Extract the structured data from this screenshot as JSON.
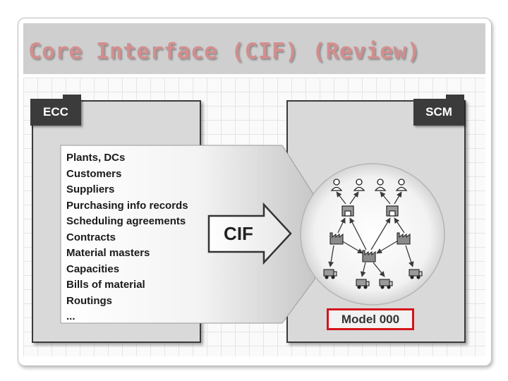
{
  "slide": {
    "title": "Core Interface (CIF) (Review)"
  },
  "diagram": {
    "ecc_label": "ECC",
    "scm_label": "SCM",
    "transferred_objects": [
      "Plants, DCs",
      "Customers",
      "Suppliers",
      "Purchasing info records",
      "Scheduling agreements",
      "Contracts",
      "Material masters",
      "Capacities",
      "Bills of material",
      "Routings",
      "..."
    ],
    "arrow_label": "CIF",
    "model_label": "Model 000",
    "network_icons": [
      "customer-icon",
      "distribution-center-icon",
      "plant-icon",
      "truck-icon"
    ]
  },
  "colors": {
    "title_text": "#d28e8e",
    "title_bar": "#cfcfcf",
    "system_box": "#d9d9d9",
    "tab_label": "#3b3b3b",
    "model_border": "#d4141a"
  }
}
